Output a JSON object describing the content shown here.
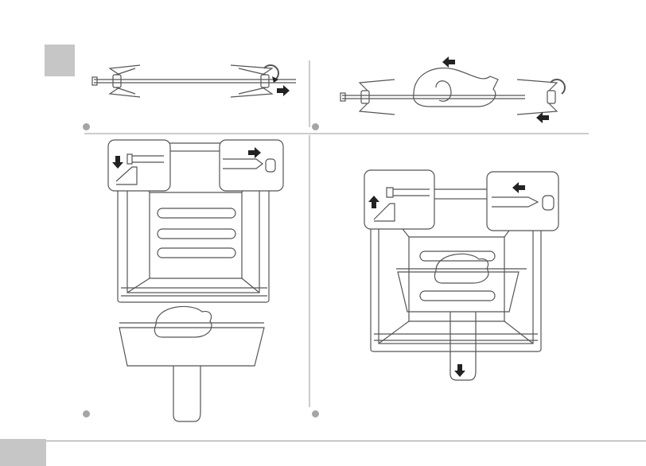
{
  "colors": {
    "side_tab": "#c6c6c6",
    "footer_tab": "#c6c6c6",
    "footer_line": "#9a9a9a",
    "line_art": "#555555",
    "arrow": "#222222",
    "badge": "#a5a5a5",
    "divider": "#999999"
  },
  "icons": {
    "step_badge": "grey-circle",
    "direction_arrow": "block-arrow",
    "rotation_arrow": "curved-arrow"
  },
  "panels": [
    {
      "id": "step-a",
      "figure": "rotisserie-spit-with-forks"
    },
    {
      "id": "step-b",
      "figure": "poultry-mounted-on-spit"
    },
    {
      "id": "step-c",
      "figure": "spit-insertion-into-oven-and-lifter"
    },
    {
      "id": "step-d",
      "figure": "spit-removal-with-lifter"
    }
  ]
}
